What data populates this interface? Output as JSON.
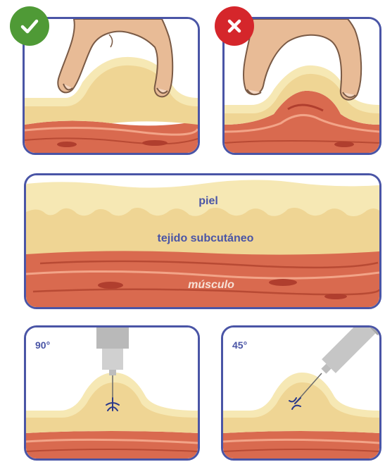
{
  "colors": {
    "frame": "#4a55a6",
    "skin": "#f6e8b4",
    "subcutaneous": "#efd594",
    "muscle": "#d96a4f",
    "muscle_light": "#ee9a78",
    "correct_badge": "#4f9a36",
    "wrong_badge": "#d5262b",
    "syringe": "#c6c6c6"
  },
  "badges": {
    "correct_icon": "check-icon",
    "wrong_icon": "cross-icon"
  },
  "layers": {
    "skin": "piel",
    "subcutaneous": "tejido subcutáneo",
    "muscle": "músculo"
  },
  "angles": {
    "perpendicular": "90°",
    "oblique": "45°"
  }
}
